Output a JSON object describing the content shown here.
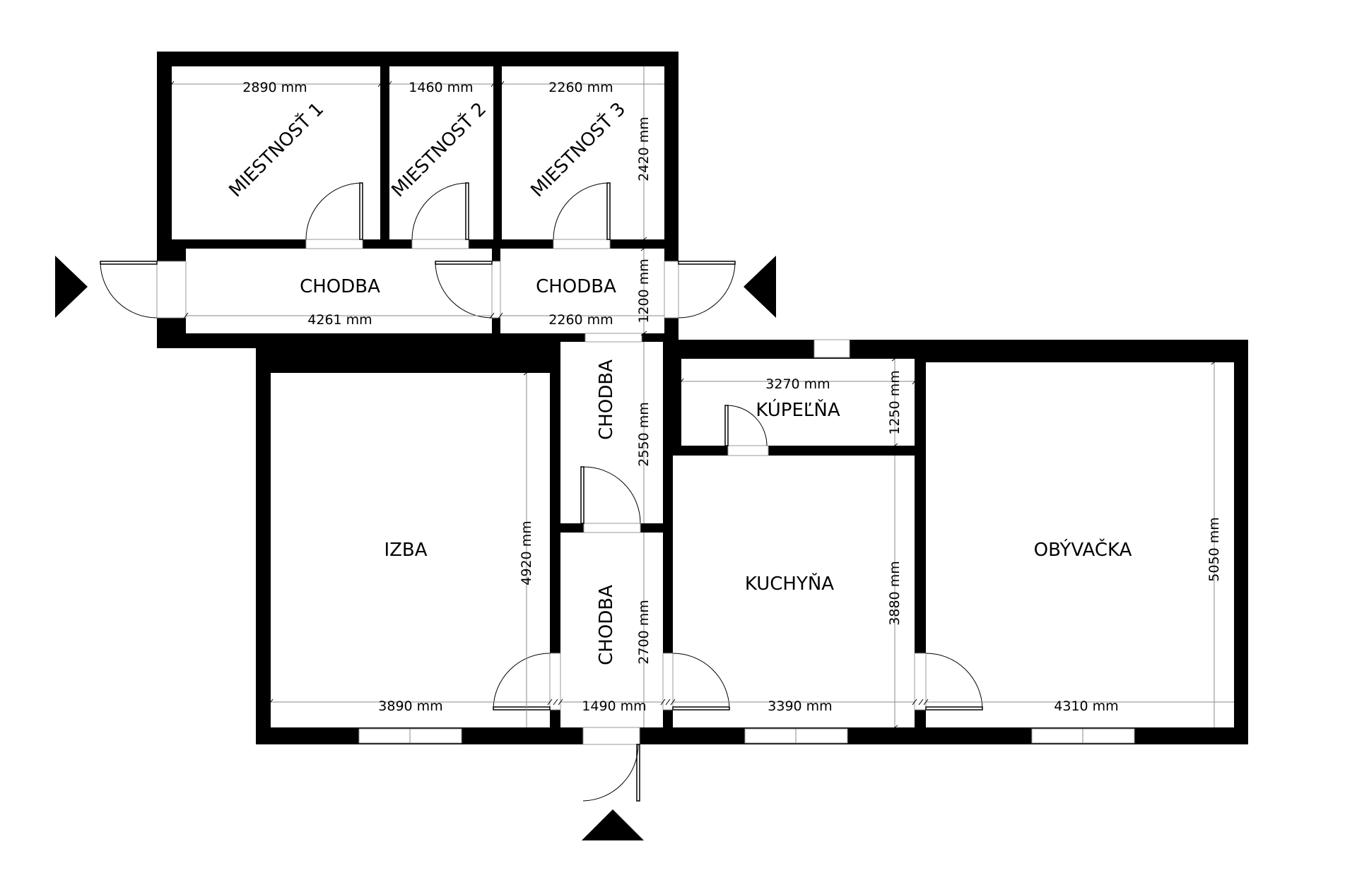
{
  "rooms": {
    "miestnost1": "MIESTNOSŤ 1",
    "miestnost2": "MIESTNOSŤ 2",
    "miestnost3": "MIESTNOSŤ 3",
    "chodba_a": "CHODBA",
    "chodba_b": "CHODBA",
    "chodba_c": "CHODBA",
    "chodba_d": "CHODBA",
    "izba": "IZBA",
    "kupelna": "KÚPEĽŇA",
    "kuchyna": "KUCHYŇA",
    "obyvacka": "OBÝVAČKA"
  },
  "dimensions": {
    "miestnost1_width": "2890 mm",
    "miestnost2_width": "1460 mm",
    "miestnost3_width": "2260 mm",
    "miestnost3_depth": "2420 mm",
    "chodba_a_length": "4261 mm",
    "chodba_b_length": "2260 mm",
    "chodba_b_width": "1200 mm",
    "chodba_c_length": "2550 mm",
    "chodba_d_length": "2700 mm",
    "chodba_d_width": "1490 mm",
    "izba_width": "3890 mm",
    "izba_depth": "4920 mm",
    "kupelna_width": "3270 mm",
    "kupelna_depth": "1250 mm",
    "kuchyna_width": "3390 mm",
    "kuchyna_depth": "3880 mm",
    "obyvacka_width": "4310 mm",
    "obyvacka_depth": "5050 mm"
  }
}
